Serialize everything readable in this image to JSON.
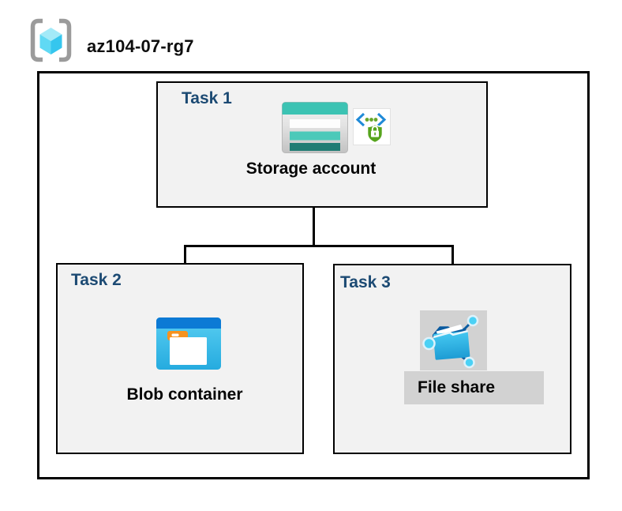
{
  "header": {
    "title": "az104-07-rg7",
    "icon": "azure-resource-group"
  },
  "tasks": [
    {
      "label": "Task 1",
      "resource": "Storage account",
      "icons": [
        "storage-account",
        "shared-access-signature-lock"
      ]
    },
    {
      "label": "Task 2",
      "resource": "Blob container",
      "icons": [
        "blob-container"
      ]
    },
    {
      "label": "Task 3",
      "resource": "File share",
      "icons": [
        "file-share"
      ]
    }
  ],
  "connections": [
    {
      "from": "Storage account",
      "to": "Blob container"
    },
    {
      "from": "Storage account",
      "to": "File share"
    }
  ],
  "colors": {
    "task_label": "#1c4a73",
    "box_fill": "#f2f2f2",
    "border": "#000000",
    "highlight_gray": "#d2d2d2",
    "storage_teal": "#3cc3b3",
    "storage_teal_mid": "#4cc9b9",
    "storage_teal_dark": "#207c74",
    "blob_bar_blue": "#0c7ad5",
    "blob_body_blue": "#3fc2ec",
    "folder_tab_orange": "#f6921e",
    "fileshare_dark_blue": "#0b5da1",
    "fileshare_node_cyan": "#4bd1f5",
    "sas_chevron_blue": "#1f8ad8",
    "sas_green": "#56a41d",
    "rg_bracket_gray": "#9b9b9b",
    "rg_cube_top": "#a3eaf8",
    "rg_cube_left": "#60d9f4",
    "rg_cube_right": "#35c6ee"
  }
}
